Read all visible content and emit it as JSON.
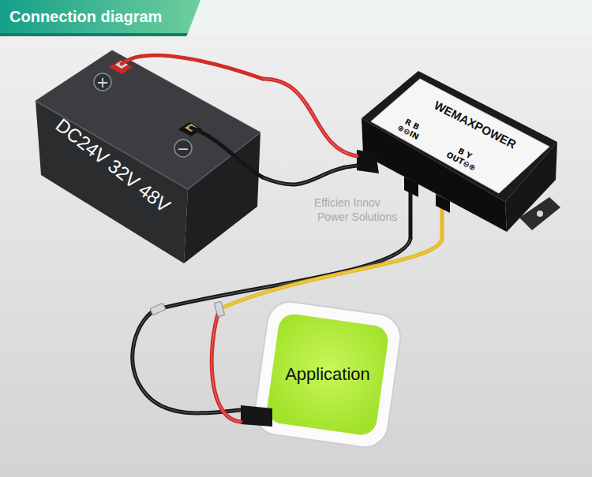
{
  "diagram": {
    "title": "Connection diagram",
    "nodes": [
      {
        "text": [
          "+",
          "−",
          "DC24V 32V 48V"
        ]
      },
      {
        "text": [
          "WEMAXPOWER",
          "R B",
          "⊕⊖IN",
          "B Y",
          "OUT⊖⊕"
        ]
      },
      {
        "text": [
          "Application"
        ]
      }
    ],
    "edges": [
      {
        "from": 0,
        "to": 1,
        "arrow": "none"
      },
      {
        "from": 0,
        "to": 1,
        "arrow": "none"
      },
      {
        "from": 1,
        "to": 2,
        "arrow": "none"
      },
      {
        "from": 1,
        "to": 2,
        "arrow": "none"
      }
    ],
    "labels": [
      "Efficien Innov",
      "Power Solutions"
    ]
  }
}
